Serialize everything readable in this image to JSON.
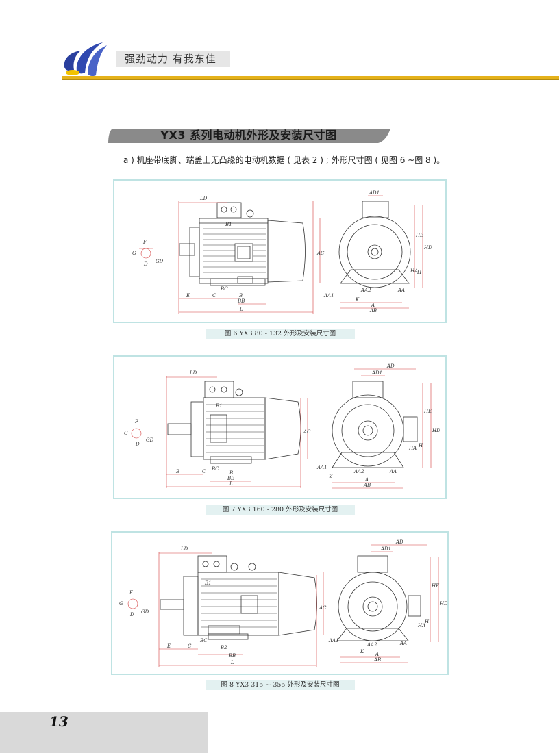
{
  "header": {
    "slogan": "强劲动力 有我东佳",
    "colors": {
      "gold_rule": "#e5b21a",
      "logo_blue": "#2a3f9e",
      "logo_yellow": "#f2c200"
    }
  },
  "section": {
    "title": "YX3 系列电动机外形及安装尺寸图",
    "intro": "a ) 机座带底脚、端盖上无凸缘的电动机数据 ( 见表 2 ) ; 外形尺寸图 ( 见图 6 ~图 8 )。"
  },
  "figures": [
    {
      "caption": "图 6 YX3 80 - 132 外形及安装尺寸图",
      "labels": {
        "LD": "LD",
        "B1": "B1",
        "BC": "BC",
        "E": "E",
        "C": "C",
        "B": "B",
        "BB": "BB",
        "L": "L",
        "AC": "AC",
        "F": "F",
        "G": "G",
        "D": "D",
        "GD": "GD",
        "AD1": "AD1",
        "HE": "HE",
        "HD": "HD",
        "HA": "HA",
        "H": "H",
        "AA1": "AA1",
        "AA2": "AA2",
        "AA": "AA",
        "K": "K",
        "A": "A",
        "AB": "AB"
      }
    },
    {
      "caption": "图 7 YX3 160 - 280 外形及安装尺寸图",
      "labels": {
        "LD": "LD",
        "B1": "B1",
        "BC": "BC",
        "E": "E",
        "C": "C",
        "B": "B",
        "BB": "BB",
        "L": "L",
        "AC": "AC",
        "F": "F",
        "G": "G",
        "D": "D",
        "GD": "GD",
        "AD": "AD",
        "AD1": "AD1",
        "HE": "HE",
        "HD": "HD",
        "HA": "HA",
        "H": "H",
        "AA1": "AA1",
        "AA2": "AA2",
        "AA": "AA",
        "K": "K",
        "A": "A",
        "AB": "AB"
      }
    },
    {
      "caption": "图 8 YX3 315 ~ 355 外形及安装尺寸图",
      "labels": {
        "LD": "LD",
        "B1": "B1",
        "BC": "BC",
        "E": "E",
        "C": "C",
        "B2": "B2",
        "BB": "BB",
        "L": "L",
        "AC": "AC",
        "F": "F",
        "G": "G",
        "D": "D",
        "GD": "GD",
        "AD": "AD",
        "AD1": "AD1",
        "HE": "HE",
        "HD": "HD",
        "HA": "HA",
        "H": "H",
        "AA1": "AA1",
        "AA2": "AA2",
        "AA": "AA",
        "K": "K",
        "A": "A",
        "AB": "AB"
      }
    }
  ],
  "footer": {
    "page_number": "13"
  }
}
